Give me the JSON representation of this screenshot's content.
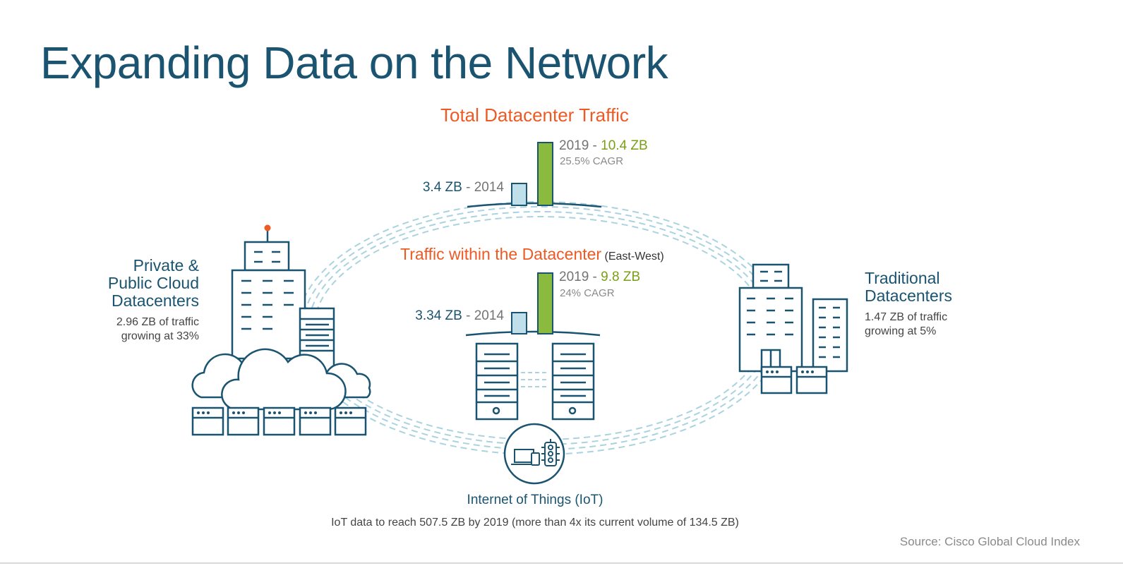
{
  "title": "Expanding Data on the Network",
  "total": {
    "title": "Total Datacenter Traffic",
    "bar_2014": {
      "value": "3.4 ZB",
      "sep": " - ",
      "year": "2014"
    },
    "bar_2019": {
      "year": "2019",
      "sep": " - ",
      "value": "10.4 ZB"
    },
    "cagr": "25.5% CAGR"
  },
  "eastwest": {
    "title": "Traffic within the Datacenter",
    "suffix": "(East-West)",
    "bar_2014": {
      "value": "3.34 ZB",
      "sep": " - ",
      "year": "2014"
    },
    "bar_2019": {
      "year": "2019",
      "sep": " - ",
      "value": "9.8 ZB"
    },
    "cagr": "24% CAGR"
  },
  "cloud": {
    "title_lines": [
      "Private &",
      "Public Cloud",
      "Datacenters"
    ],
    "desc_lines": [
      "2.96 ZB of traffic",
      "growing at 33%"
    ]
  },
  "traditional": {
    "title_lines": [
      "Traditional",
      "Datacenters"
    ],
    "desc_lines": [
      "1.47 ZB of traffic",
      "growing at 5%"
    ]
  },
  "iot": {
    "title": "Internet of Things (IoT)",
    "desc": "IoT data to reach 507.5 ZB by 2019 (more than 4x its current volume of 134.5 ZB)"
  },
  "source": "Source: Cisco Global Cloud Index",
  "colors": {
    "title": "#1a5470",
    "accent_orange": "#ee5a24",
    "bar_2014": "#bfe0ea",
    "bar_2019": "#8abb3f",
    "value_green": "#7a9f17",
    "flow": "#aad3df"
  },
  "icons": [
    "building-icon",
    "cloud-icon",
    "server-icon",
    "laptop-icon",
    "phone-icon",
    "traffic-light-icon"
  ]
}
